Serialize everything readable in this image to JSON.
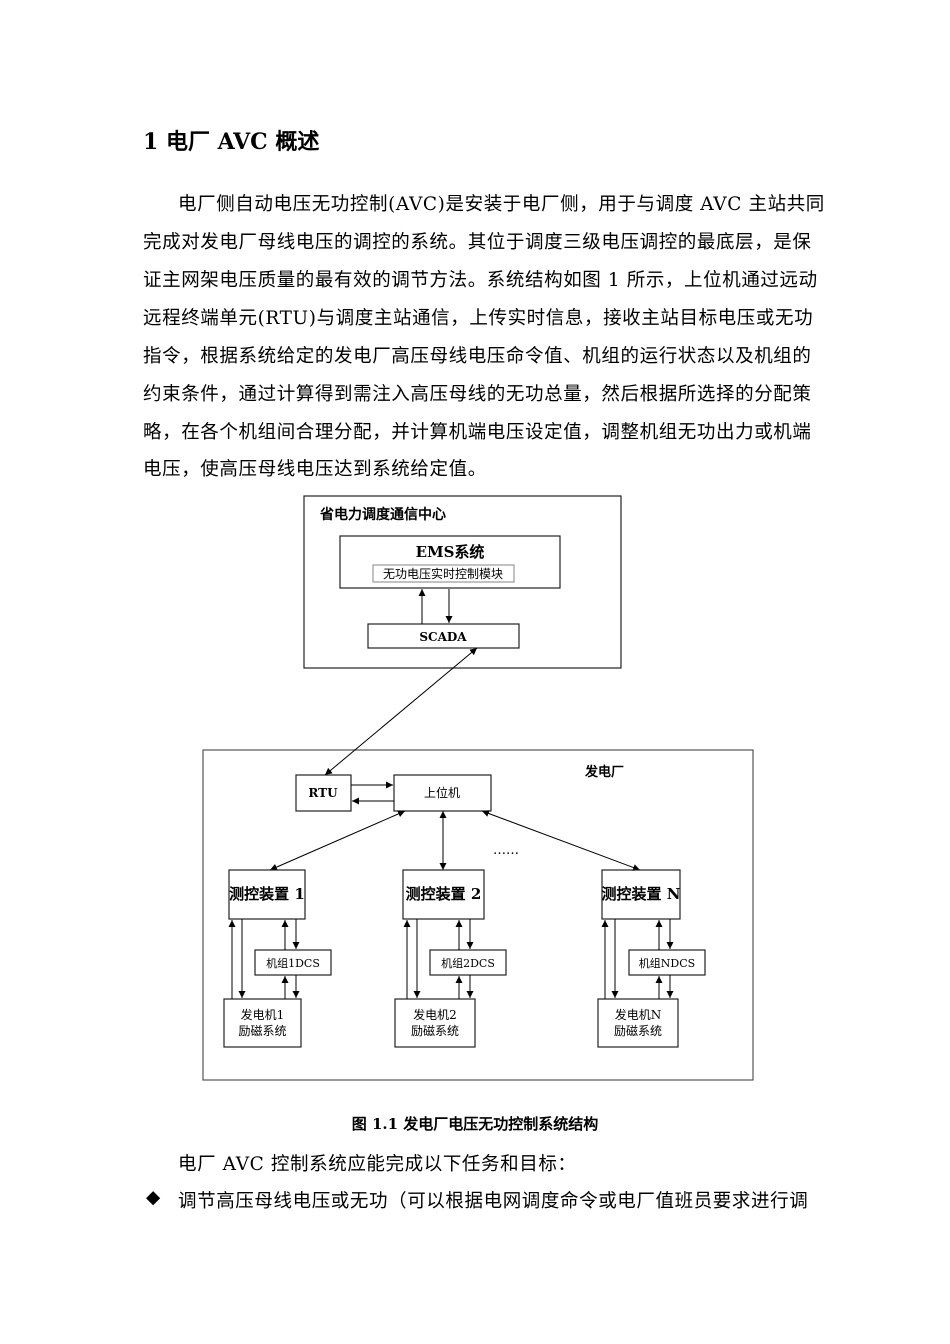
{
  "heading": "1  电厂 AVC 概述",
  "paragraph_lines": [
    "电厂侧自动电压无功控制(AVC)是安装于电厂侧，用于与调度 AVC 主站共同",
    "完成对发电厂母线电压的调控的系统。其位于调度三级电压调控的最底层，是保",
    "证主网架电压质量的最有效的调节方法。系统结构如图 1 所示，上位机通过远动",
    "远程终端单元(RTU)与调度主站通信，上传实时信息，接收主站目标电压或无功",
    "指令，根据系统给定的发电厂高压母线电压命令值、机组的运行状态以及机组的",
    "约束条件，通过计算得到需注入高压母线的无功总量，然后根据所选择的分配策",
    "略，在各个机组间合理分配，并计算机端电压设定值，调整机组无功出力或机端",
    "电压，使高压母线电压达到系统给定值。"
  ],
  "diagram": {
    "dispatch_center": "省电力调度通信中心",
    "ems": "EMS系统",
    "ems_module": "无功电压实时控制模块",
    "scada": "SCADA",
    "plant": "发电厂",
    "rtu": "RTU",
    "host": "上位机",
    "ellipsis": "……",
    "units": [
      {
        "controller": "测控装置 1",
        "dcs": "机组1DCS",
        "gen_line1": "发电机1",
        "gen_line2": "励磁系统"
      },
      {
        "controller": "测控装置 2",
        "dcs": "机组2DCS",
        "gen_line1": "发电机2",
        "gen_line2": "励磁系统"
      },
      {
        "controller": "测控装置 N",
        "dcs": "机组NDCS",
        "gen_line1": "发电机N",
        "gen_line2": "励磁系统"
      }
    ]
  },
  "caption": "图 1.1  发电厂电压无功控制系统结构",
  "after_caption": "电厂 AVC 控制系统应能完成以下任务和目标：",
  "bullet": {
    "icon": "diamond-bullet-icon",
    "text": "调节高压母线电压或无功（可以根据电网调度命令或电厂值班员要求进行调"
  }
}
